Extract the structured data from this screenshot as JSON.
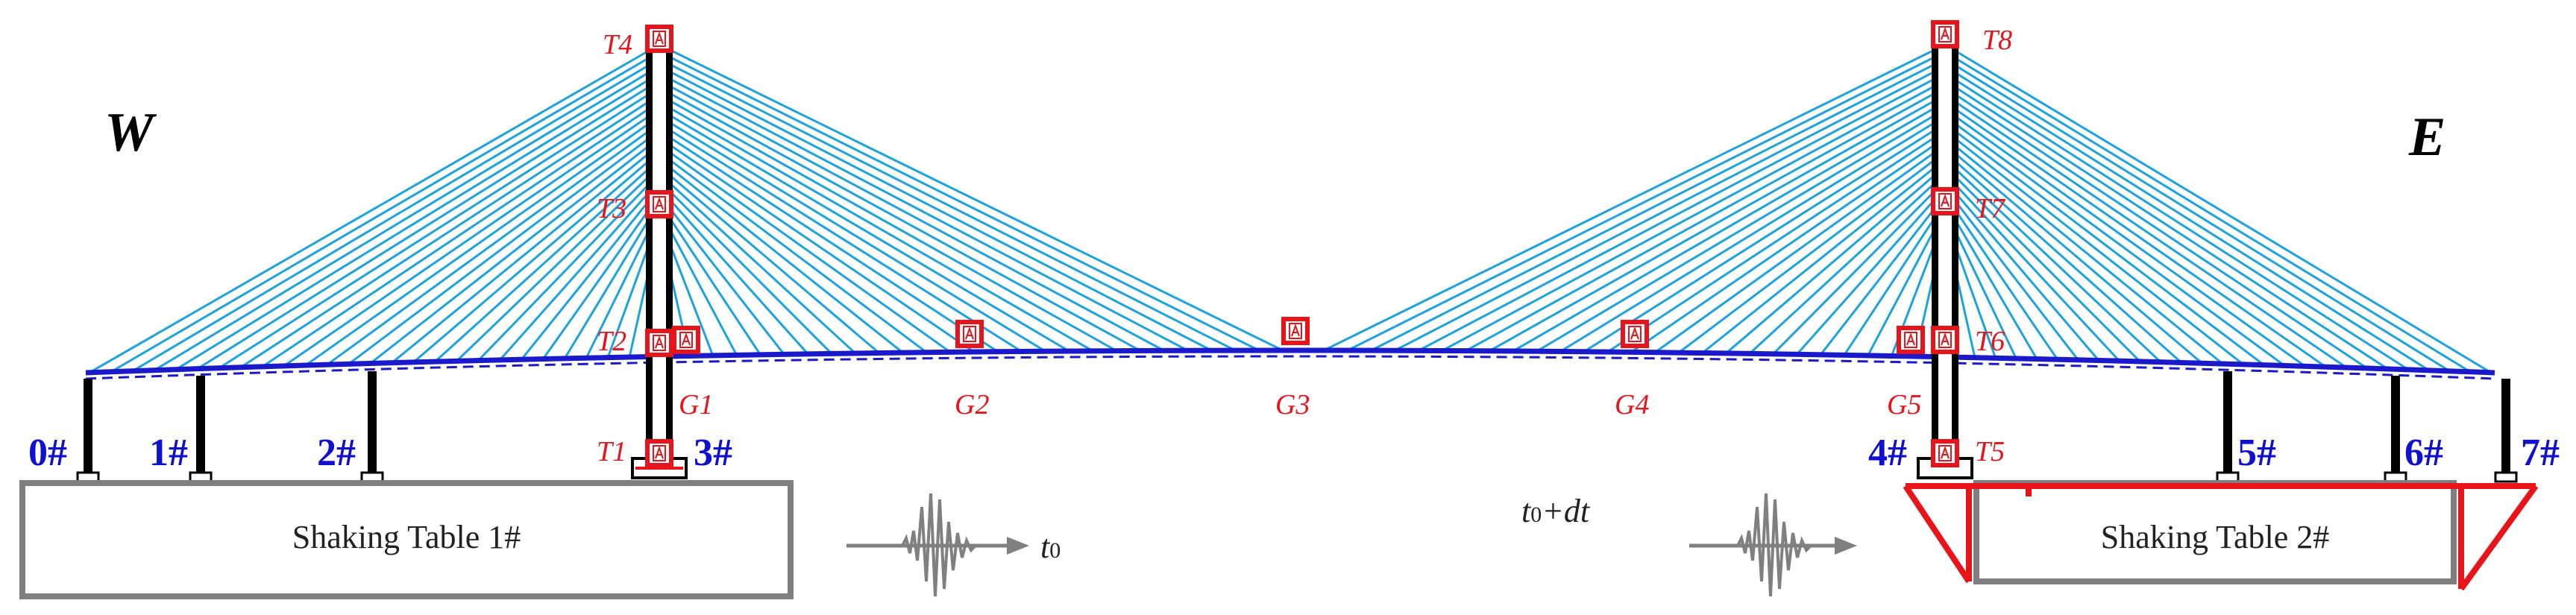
{
  "directions": {
    "west": "W",
    "east": "E"
  },
  "piers": [
    {
      "label": "0#"
    },
    {
      "label": "1#"
    },
    {
      "label": "2#"
    },
    {
      "label": "3#"
    },
    {
      "label": "4#"
    },
    {
      "label": "5#"
    },
    {
      "label": "6#"
    },
    {
      "label": "7#"
    }
  ],
  "tower_sensors": [
    "T1",
    "T2",
    "T3",
    "T4",
    "T5",
    "T6",
    "T7",
    "T8"
  ],
  "girder_sensors": [
    "G1",
    "G2",
    "G3",
    "G4",
    "G5"
  ],
  "tables": {
    "table1": "Shaking Table 1#",
    "table2": "Shaking Table 2#"
  },
  "time": {
    "t0_base": "t",
    "t0_sub": "0",
    "t1_base": "t",
    "t1_sub": "0",
    "t1_rest": "+dt"
  },
  "colors": {
    "cable": "#1aa3e0",
    "deck": "#1a1acc",
    "sensor": "#e8141a",
    "table_border": "#7f7f7f",
    "wave": "#808080",
    "pier": "#000000"
  }
}
